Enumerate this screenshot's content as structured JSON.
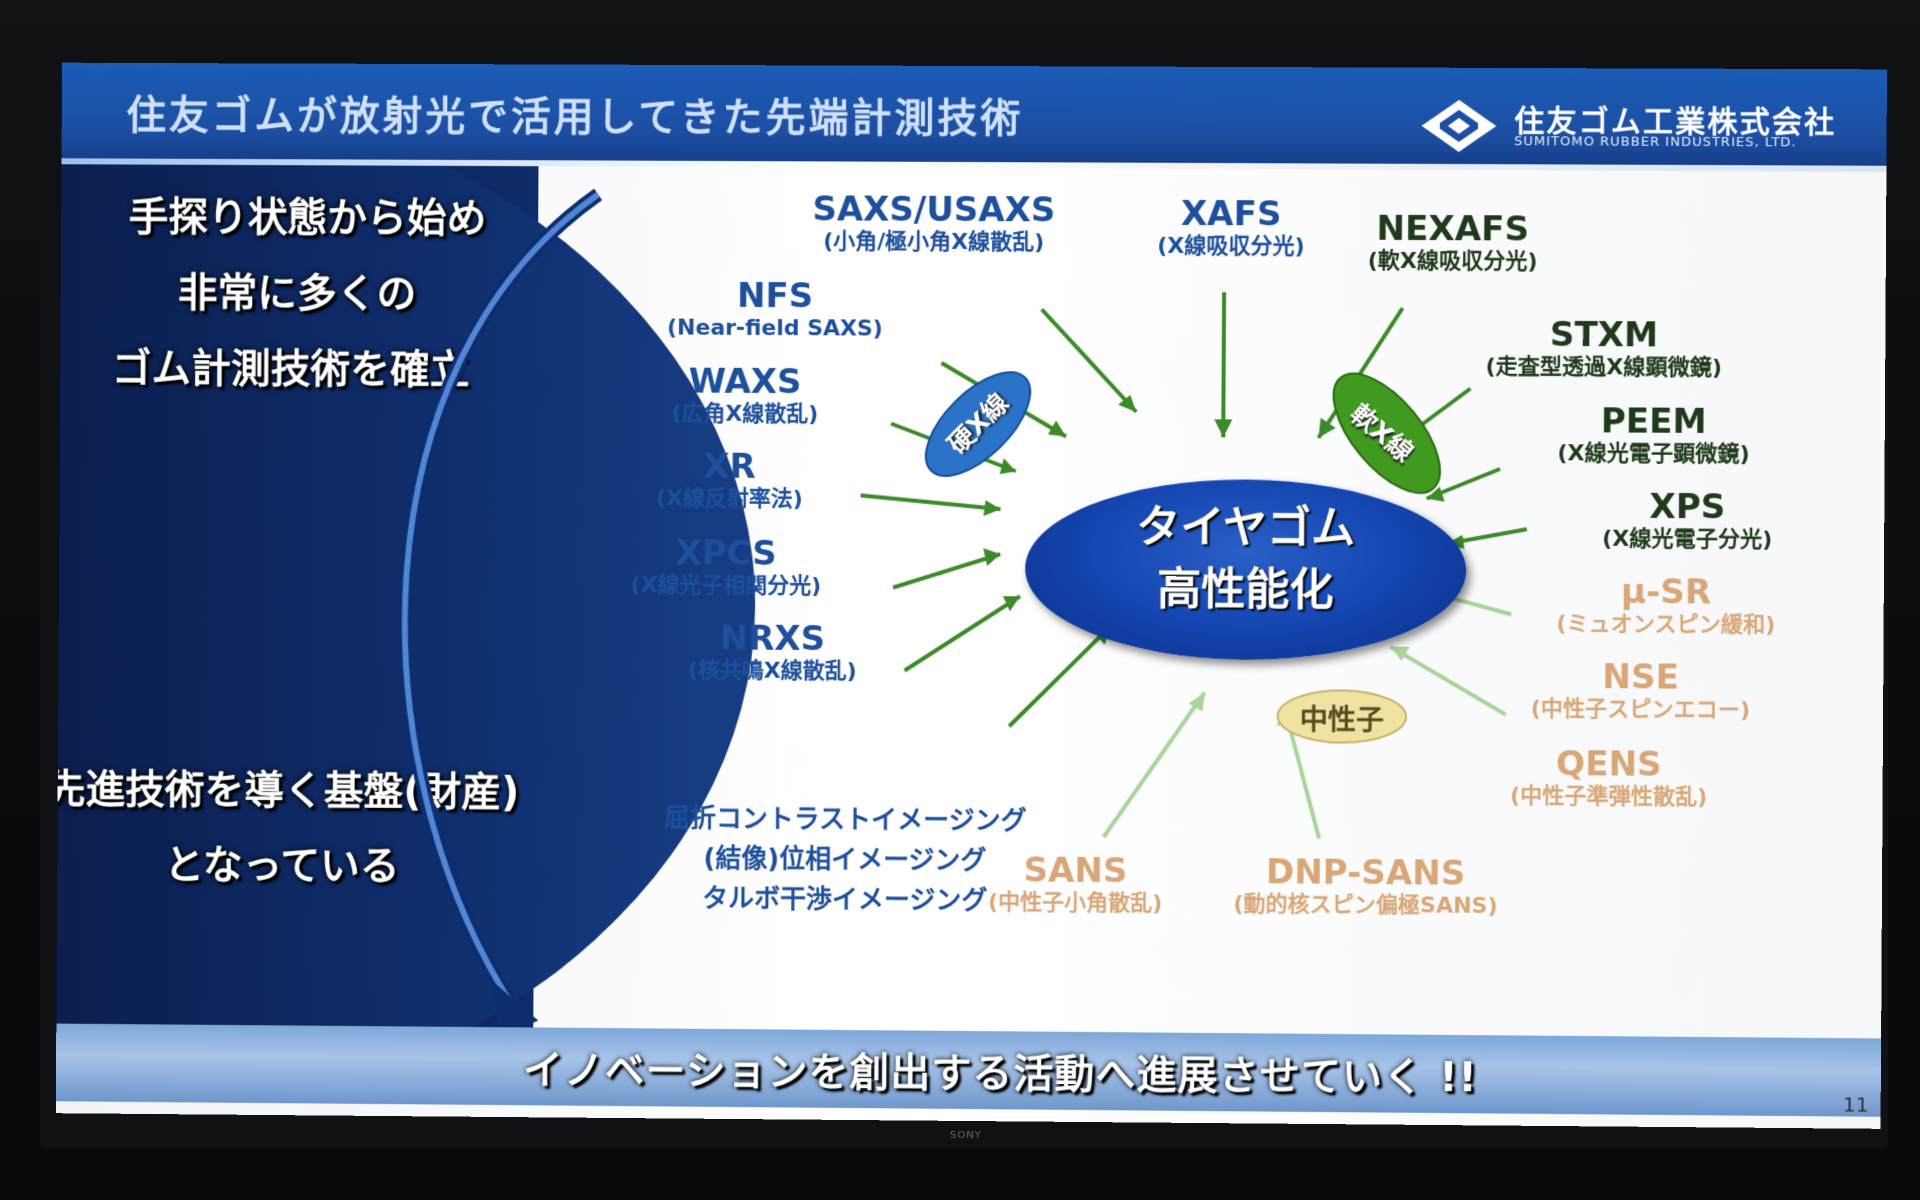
{
  "slide": {
    "title": "住友ゴムが放射光で活用してきた先端計測技術",
    "company_jp": "住友ゴム工業株式会社",
    "company_en": "SUMITOMO RUBBER INDUSTRIES, LTD.",
    "page_number": "11"
  },
  "left_text": {
    "line1": "手探り状態から始め",
    "line2": "非常に多くの",
    "line3": "ゴム計測技術を確立",
    "line4": "先進技術を導く基盤(財産)",
    "line5": "となっている"
  },
  "bottom_text": "イノベーションを創出する活動へ進展させていく !!",
  "center": {
    "line1": "タイヤゴム",
    "line2": "高性能化"
  },
  "badges": {
    "hard_xray": "硬X線",
    "soft_xray": "軟X線",
    "neutron": "中性子"
  },
  "techniques": {
    "saxs": {
      "title": "SAXS/USAXS",
      "sub": "(小角/極小角X線散乱)"
    },
    "xafs": {
      "title": "XAFS",
      "sub": "(X線吸収分光)"
    },
    "nexafs": {
      "title": "NEXAFS",
      "sub": "(軟X線吸収分光)"
    },
    "nfs": {
      "title": "NFS",
      "sub": "(Near-field SAXS)"
    },
    "stxm": {
      "title": "STXM",
      "sub": "(走査型透過X線顕微鏡)"
    },
    "waxs": {
      "title": "WAXS",
      "sub": "(広角X線散乱)"
    },
    "peem": {
      "title": "PEEM",
      "sub": "(X線光電子顕微鏡)"
    },
    "xr": {
      "title": "XR",
      "sub": "(X線反射率法)"
    },
    "xps": {
      "title": "XPS",
      "sub": "(X線光電子分光)"
    },
    "xpcs": {
      "title": "XPCS",
      "sub": "(X線光子相関分光)"
    },
    "musr": {
      "title": "μ-SR",
      "sub": "(ミュオンスピン緩和)"
    },
    "nrxs": {
      "title": "NRXS",
      "sub": "(核共鳴X線散乱)"
    },
    "nse": {
      "title": "NSE",
      "sub": "(中性子スピンエコー)"
    },
    "qens": {
      "title": "QENS",
      "sub": "(中性子準弾性散乱)"
    },
    "sans": {
      "title": "SANS",
      "sub": "(中性子小角散乱)"
    },
    "dnp_sans": {
      "title": "DNP-SANS",
      "sub": "(動的核スピン偏極SANS)"
    }
  },
  "imaging": {
    "line1": "屈折コントラストイメージング",
    "line2": "(結像)位相イメージング",
    "line3": "タルボ干渉イメージング"
  },
  "tv_brand": "SONY",
  "colors": {
    "slide_blue": "#1c4ea2",
    "label_blue": "#1d4f9c",
    "hard_xray_badge": "#2a73c8",
    "soft_xray_badge": "#3f9a1f",
    "neutron_badge": "#f0e2a0",
    "neutron_label": "#d9a777",
    "arrow_green": "#3d8a2a",
    "arrow_pale_green": "#a9d49a"
  }
}
